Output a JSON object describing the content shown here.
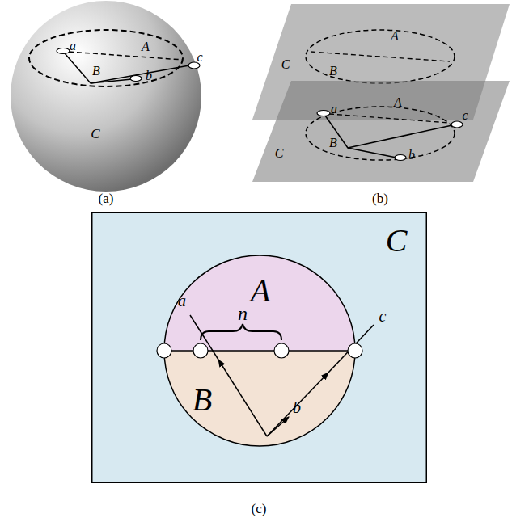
{
  "diagram": {
    "nodes": [
      {
        "text": [
          "C"
        ]
      },
      {
        "text": [
          "A"
        ],
        "in": 0
      },
      {
        "text": [
          "B"
        ],
        "in": 0
      }
    ],
    "labels": [
      "a",
      "A",
      "c",
      "B",
      "b",
      "C",
      "(a)",
      "A",
      "B",
      "C",
      "C",
      "a",
      "A",
      "c",
      "B",
      "b",
      "(b)",
      "n",
      "a",
      "b",
      "c",
      "(c)"
    ]
  }
}
